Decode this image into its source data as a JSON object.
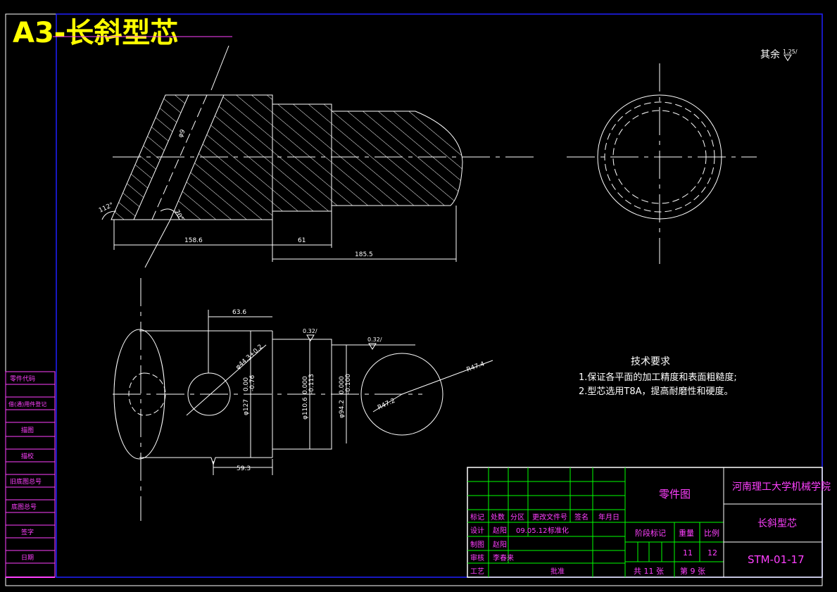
{
  "title": "A3-长斜型芯",
  "roughness": {
    "label": "其余",
    "value": "1.25/"
  },
  "tech_requirements": {
    "heading": "技术要求",
    "lines": [
      "1.保证各平面的加工精度和表面粗糙度;",
      "2.型芯选用T8A，提高耐磨性和硬度。"
    ]
  },
  "dimensions": {
    "top_len1": "158.6",
    "top_len2": "61",
    "top_len3": "185.5",
    "dia_hole": "φ9",
    "ang1": "112°",
    "ang2": "70°",
    "bot_63": "63.6",
    "bot_59": "59.3",
    "bot_44": "φ44.3+0.2",
    "bot_127": "φ127",
    "bot_127_tol": "0.00\n-0.76",
    "bot_110": "φ110.6",
    "bot_110_tol": "0.000\n-0.113",
    "bot_94": "φ94.2",
    "bot_94_tol": "0.000\n-0.100",
    "r47a": "R47.4",
    "r47b": "R47.2",
    "rough1": "0.32/",
    "rough2": "0.32/"
  },
  "left_column": [
    "零件代码",
    "借(通)用件登记",
    "描图",
    "描校",
    "旧底图总号",
    "底图总号",
    "签字",
    "日期"
  ],
  "title_block": {
    "drawing_type": "零件图",
    "school": "河南理工大学机械学院",
    "part_name": "长斜型芯",
    "drawing_no": "STM-01-17",
    "header_row": [
      "标记",
      "处数",
      "分区",
      "更改文件号",
      "签名",
      "年月日"
    ],
    "design_row": [
      "设计",
      "赵阳",
      "09.05.12",
      "标准化"
    ],
    "draw_row": [
      "制图",
      "赵阳"
    ],
    "check_row": [
      "审核",
      "李春来"
    ],
    "process_row": [
      "工艺",
      "批准"
    ],
    "stage_label": "阶段标记",
    "weight_label": "重量",
    "scale_label": "比例",
    "weight_value": "11",
    "scale_value": "12",
    "total_label": "共 11 张",
    "sheet_label": "第 9 张"
  },
  "colors": {
    "bg": "#000000",
    "line": "#ffffff",
    "frame": "#2020ff",
    "magenta": "#ff40ff",
    "green": "#00ff00",
    "yellow": "#ffff00",
    "cyan": "#00ffff"
  }
}
